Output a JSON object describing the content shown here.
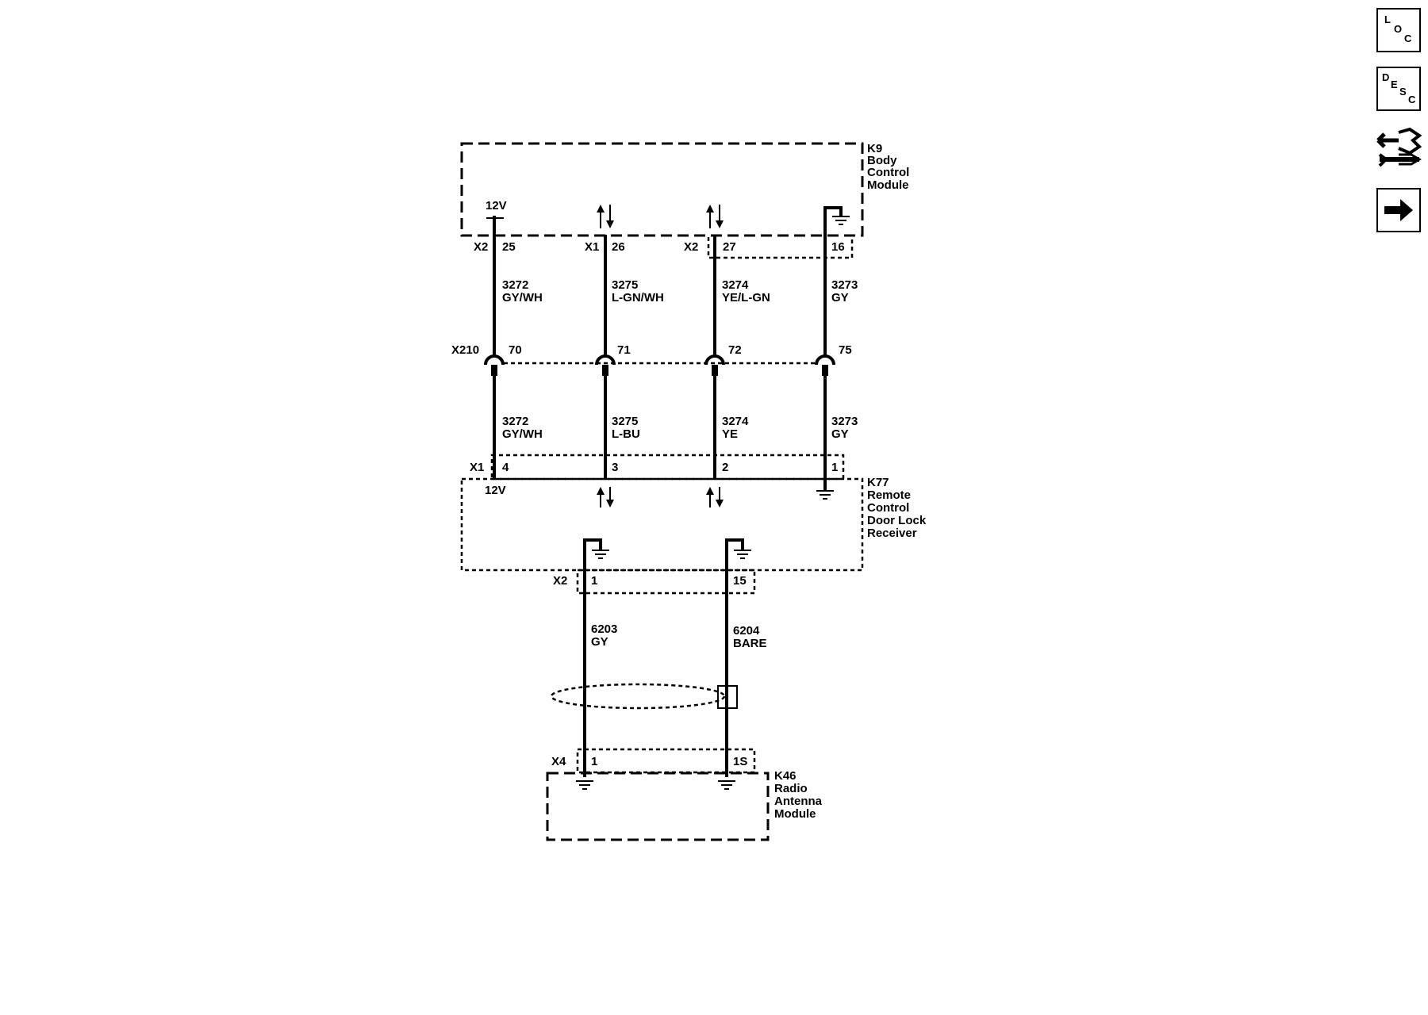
{
  "modules": {
    "k9": {
      "id": "K9",
      "name_lines": [
        "Body",
        "Control",
        "Module"
      ]
    },
    "k77": {
      "id": "K77",
      "name_lines": [
        "Remote",
        "Control",
        "Door Lock",
        "Receiver"
      ]
    },
    "k46": {
      "id": "K46",
      "name_lines": [
        "Radio",
        "Antenna",
        "Module"
      ]
    }
  },
  "k9_pins": [
    {
      "connector": "X2",
      "pin": "25",
      "signal": "12V"
    },
    {
      "connector": "X1",
      "pin": "26",
      "signal": "bidirectional"
    },
    {
      "connector": "X2",
      "pin": "27",
      "signal": "bidirectional"
    },
    {
      "connector": "",
      "pin": "16",
      "signal": "ground"
    }
  ],
  "upper_wires": [
    {
      "circuit": "3272",
      "color": "GY/WH"
    },
    {
      "circuit": "3275",
      "color": "L-GN/WH"
    },
    {
      "circuit": "3274",
      "color": "YE/L-GN"
    },
    {
      "circuit": "3273",
      "color": "GY"
    }
  ],
  "inline_connector": {
    "id": "X210",
    "pins": [
      "70",
      "71",
      "72",
      "75"
    ]
  },
  "lower_wires": [
    {
      "circuit": "3272",
      "color": "GY/WH"
    },
    {
      "circuit": "3275",
      "color": "L-BU"
    },
    {
      "circuit": "3274",
      "color": "YE"
    },
    {
      "circuit": "3273",
      "color": "GY"
    }
  ],
  "k77_x1": {
    "connector": "X1",
    "pins": [
      "4",
      "3",
      "2",
      "1"
    ],
    "supply_label": "12V"
  },
  "k9_supply_label": "12V",
  "k77_x2": {
    "connector": "X2",
    "pins": [
      "1",
      "15"
    ]
  },
  "antenna_wires": [
    {
      "circuit": "6203",
      "color": "GY"
    },
    {
      "circuit": "6204",
      "color": "BARE"
    }
  ],
  "k46_x4": {
    "connector": "X4",
    "pins": [
      "1",
      "1S"
    ]
  },
  "side_buttons": {
    "loc": [
      "L",
      "O",
      "C"
    ],
    "desc": [
      "D",
      "E",
      "S",
      "C"
    ],
    "tools_icon": "connector-tool-icon",
    "next_icon": "right-arrow-icon"
  }
}
